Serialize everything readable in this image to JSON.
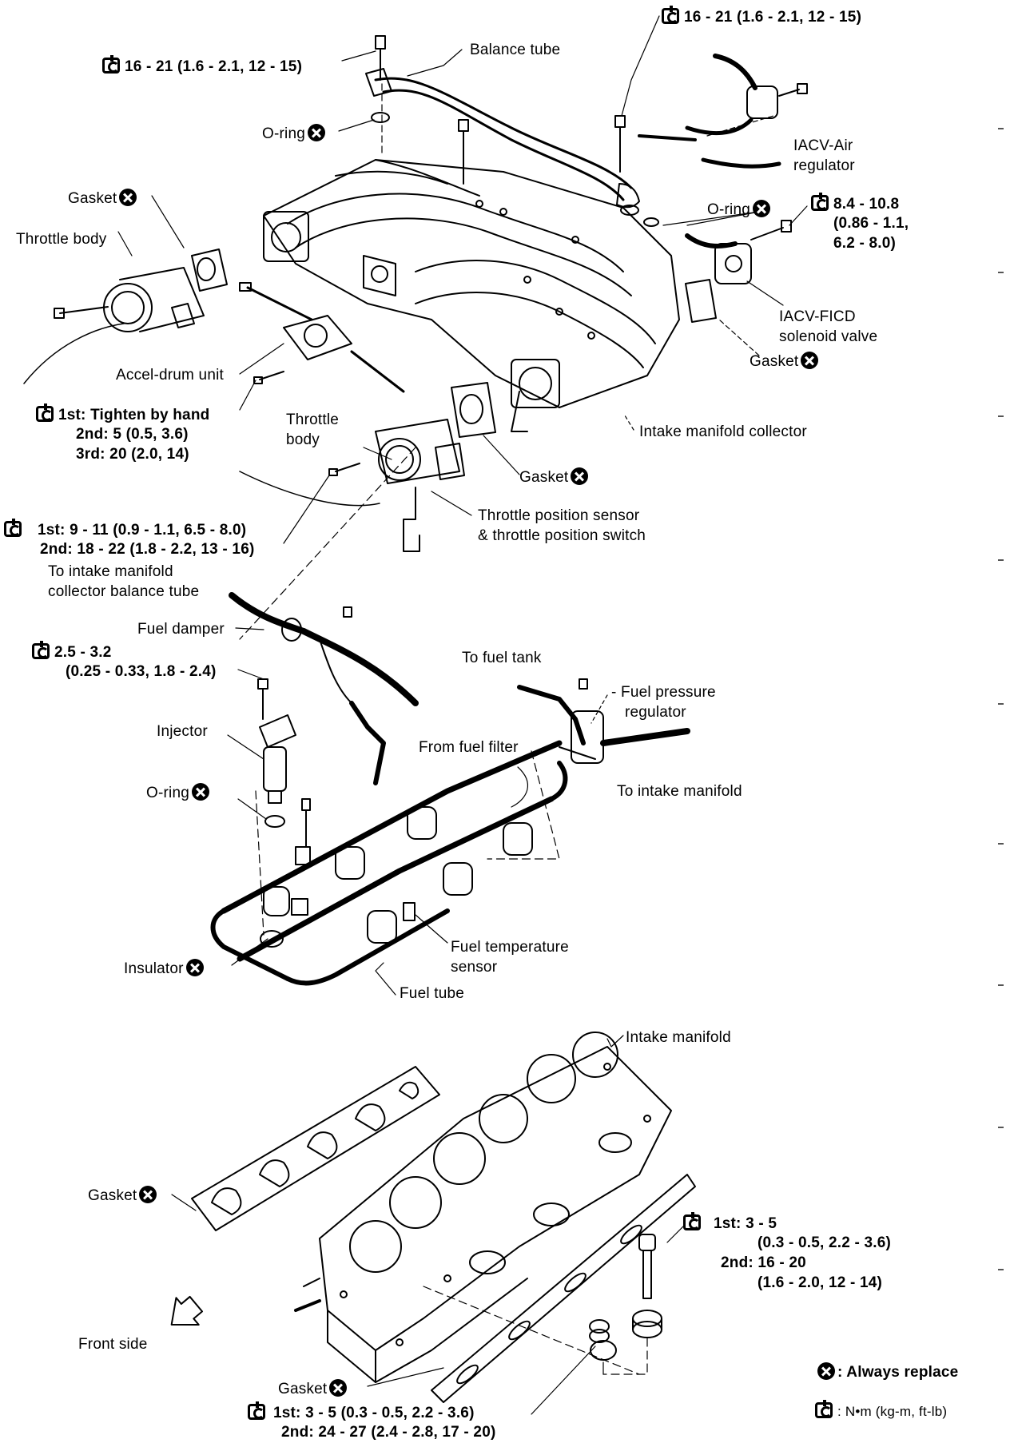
{
  "labels": {
    "torque_top_left": "16 - 21 (1.6 - 2.1, 12 - 15)",
    "torque_top_right": "16 - 21 (1.6 - 2.1, 12 - 15)",
    "balance_tube": "Balance tube",
    "oring_1": "O-ring",
    "iacv_air": "IACV-Air",
    "iacv_air_2": "regulator",
    "gasket_1": "Gasket",
    "oring_2": "O-ring",
    "torque_iacv_1": "8.4 - 10.8",
    "torque_iacv_2": "(0.86 - 1.1,",
    "torque_iacv_3": "6.2 - 8.0)",
    "throttle_body_1": "Throttle body",
    "iacv_ficd_1": "IACV-FICD",
    "iacv_ficd_2": "solenoid valve",
    "gasket_2": "Gasket",
    "accel_drum": "Accel-drum unit",
    "tighten_1": "1st: Tighten by hand",
    "tighten_2": "2nd: 5 (0.5, 3.6)",
    "tighten_3": "3rd: 20 (2.0, 14)",
    "throttle_body_2a": "Throttle",
    "throttle_body_2b": "body",
    "collector": "Intake manifold collector",
    "gasket_3": "Gasket",
    "tps_1": "Throttle position sensor",
    "tps_2": "& throttle position switch",
    "tq_collector_1": "1st: 9 - 11 (0.9 - 1.1, 6.5 - 8.0)",
    "tq_collector_2": "2nd: 18 - 22 (1.8 - 2.2, 13 - 16)",
    "to_balance_1": "To intake manifold",
    "to_balance_2": "collector balance tube",
    "fuel_damper": "Fuel damper",
    "tq_injector_1": "2.5 - 3.2",
    "tq_injector_2": "(0.25 - 0.33, 1.8 - 2.4)",
    "to_fuel_tank": "To fuel tank",
    "fpr_1": "Fuel pressure",
    "fpr_2": "regulator",
    "injector": "Injector",
    "from_fuel_filter": "From fuel filter",
    "oring_3": "O-ring",
    "to_intake_manifold": "To intake manifold",
    "fuel_temp_1": "Fuel temperature",
    "fuel_temp_2": "sensor",
    "insulator": "Insulator",
    "fuel_tube": "Fuel tube",
    "intake_manifold": "Intake manifold",
    "gasket_4": "Gasket",
    "tq_manifold_1": "1st: 3 - 5",
    "tq_manifold_2": "(0.3 - 0.5, 2.2 - 3.6)",
    "tq_manifold_3": "2nd: 16 - 20",
    "tq_manifold_4": "(1.6 - 2.0, 12 - 14)",
    "front_side": "Front side",
    "gasket_5": "Gasket",
    "tq_bottom_1": "1st: 3 - 5 (0.3 - 0.5, 2.2 - 3.6)",
    "tq_bottom_2": "2nd: 24 - 27 (2.4 - 2.8, 17 - 20)",
    "legend_replace": ": Always replace",
    "legend_torque": ": N•m (kg-m, ft-lb)"
  },
  "icons": {
    "replace": "x-in-circle-icon",
    "torque": "torque-wrench-icon"
  },
  "colors": {
    "ink": "#000000",
    "paper": "#ffffff"
  }
}
